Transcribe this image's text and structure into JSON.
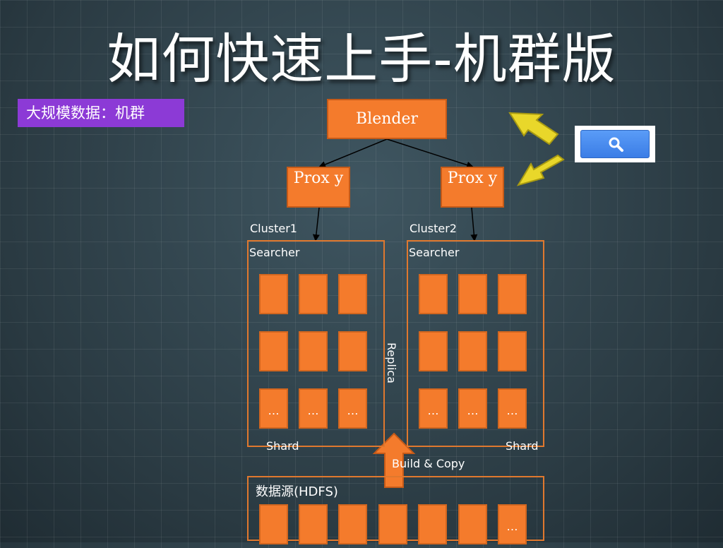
{
  "title": "如何快速上手-机群版",
  "subtitle": "大规模数据：机群",
  "blender_label": "Blender",
  "proxy_label": "Prox y",
  "clusters": [
    {
      "name": "Cluster1",
      "searcher": "Searcher"
    },
    {
      "name": "Cluster2",
      "searcher": "Searcher"
    }
  ],
  "shard_label": "Shard",
  "replica_label": "Replica",
  "ellipsis": "…",
  "build_copy": "Build & Copy",
  "datasource_label": "数据源(HDFS)",
  "search_icon": "search-icon",
  "colors": {
    "node_fill": "#f47b2c",
    "node_border": "#c55a18",
    "subtitle_bg": "#8c3ad6",
    "arrow_yellow": "#e9d72a",
    "search_blue": "#3b7de6"
  }
}
